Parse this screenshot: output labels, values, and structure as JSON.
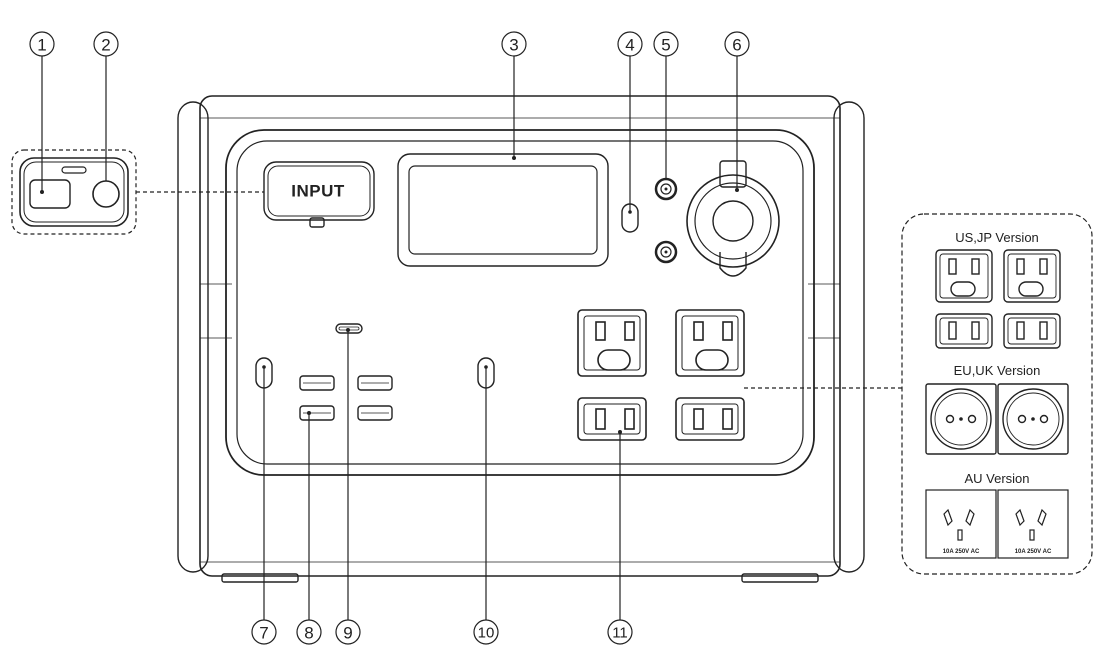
{
  "callouts": [
    {
      "id": "1",
      "label": "1"
    },
    {
      "id": "2",
      "label": "2"
    },
    {
      "id": "3",
      "label": "3"
    },
    {
      "id": "4",
      "label": "4"
    },
    {
      "id": "5",
      "label": "5"
    },
    {
      "id": "6",
      "label": "6"
    },
    {
      "id": "7",
      "label": "7"
    },
    {
      "id": "8",
      "label": "8"
    },
    {
      "id": "9",
      "label": "9"
    },
    {
      "id": "10",
      "label": "10"
    },
    {
      "id": "11",
      "label": "11"
    }
  ],
  "input_cover": {
    "label": "INPUT"
  },
  "versions_panel": {
    "us_jp": {
      "title": "US,JP Version"
    },
    "eu_uk": {
      "title": "EU,UK Version"
    },
    "au": {
      "title": "AU Version",
      "rating_label": "10A 250V AC"
    }
  },
  "colors": {
    "stroke": "#222222",
    "background": "#ffffff"
  }
}
